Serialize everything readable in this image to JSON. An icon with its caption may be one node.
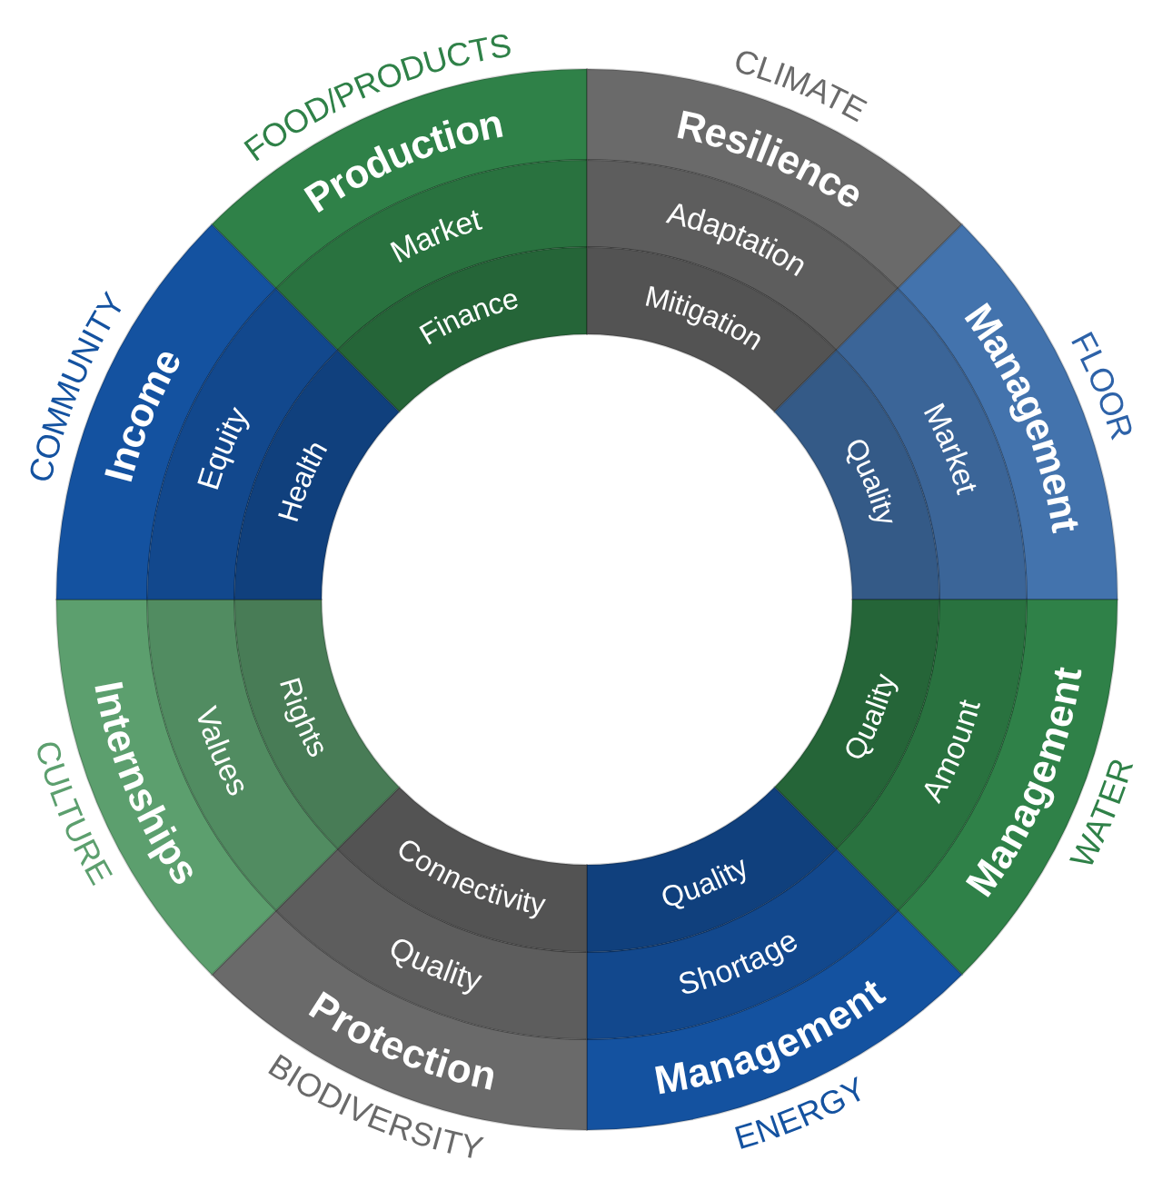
{
  "diagram": {
    "nodes": [
      {
        "text": [
          "FOOD/PRODUCTS"
        ]
      },
      {
        "text": [
          "Production"
        ],
        "in": 0
      },
      {
        "text": [
          "Market"
        ],
        "in": 0
      },
      {
        "text": [
          "Finance"
        ],
        "in": 0
      },
      {
        "text": [
          "CLIMATE"
        ]
      },
      {
        "text": [
          "Resilience"
        ],
        "in": 4
      },
      {
        "text": [
          "Adaptation"
        ],
        "in": 4
      },
      {
        "text": [
          "Mitigation"
        ],
        "in": 4
      },
      {
        "text": [
          "FLOOR"
        ]
      },
      {
        "text": [
          "Management"
        ],
        "in": 8
      },
      {
        "text": [
          "Market"
        ],
        "in": 8
      },
      {
        "text": [
          "Quality"
        ],
        "in": 8
      },
      {
        "text": [
          "WATER"
        ]
      },
      {
        "text": [
          "Management"
        ],
        "in": 12
      },
      {
        "text": [
          "Amount"
        ],
        "in": 12
      },
      {
        "text": [
          "Quality"
        ],
        "in": 12
      },
      {
        "text": [
          "ENERGY"
        ]
      },
      {
        "text": [
          "Management"
        ],
        "in": 16
      },
      {
        "text": [
          "Shortage"
        ],
        "in": 16
      },
      {
        "text": [
          "Quality"
        ],
        "in": 16
      },
      {
        "text": [
          "BIODIVERSITY"
        ]
      },
      {
        "text": [
          "Protection"
        ],
        "in": 20
      },
      {
        "text": [
          "Quality"
        ],
        "in": 20
      },
      {
        "text": [
          "Connectivity"
        ],
        "in": 20
      },
      {
        "text": [
          "CULTURE"
        ]
      },
      {
        "text": [
          "Internships"
        ],
        "in": 24
      },
      {
        "text": [
          "Values"
        ],
        "in": 24
      },
      {
        "text": [
          "Rights"
        ],
        "in": 24
      },
      {
        "text": [
          "COMMUNITY"
        ]
      },
      {
        "text": [
          "Income"
        ],
        "in": 28
      },
      {
        "text": [
          "Equity"
        ],
        "in": 28
      },
      {
        "text": [
          "Health"
        ],
        "in": 28
      }
    ]
  }
}
